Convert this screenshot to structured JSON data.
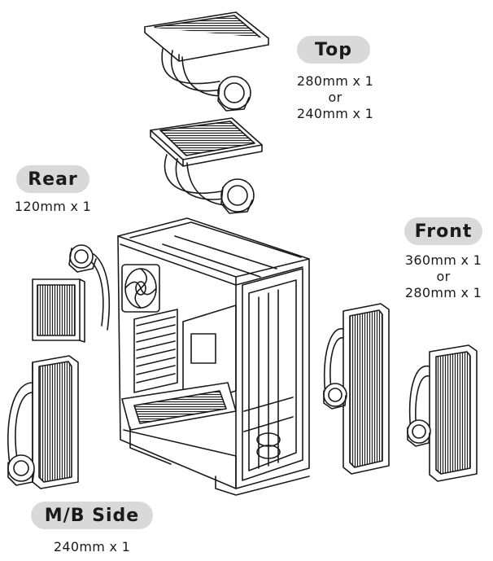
{
  "locations": {
    "top": {
      "title": "Top",
      "lines": [
        "280mm x 1",
        "or",
        "240mm x 1"
      ]
    },
    "rear": {
      "title": "Rear",
      "lines": [
        "120mm x 1"
      ]
    },
    "front": {
      "title": "Front",
      "lines": [
        "360mm x 1",
        "or",
        "280mm x 1"
      ]
    },
    "mb_side": {
      "title": "M/B Side",
      "lines": [
        "240mm x 1"
      ]
    }
  }
}
